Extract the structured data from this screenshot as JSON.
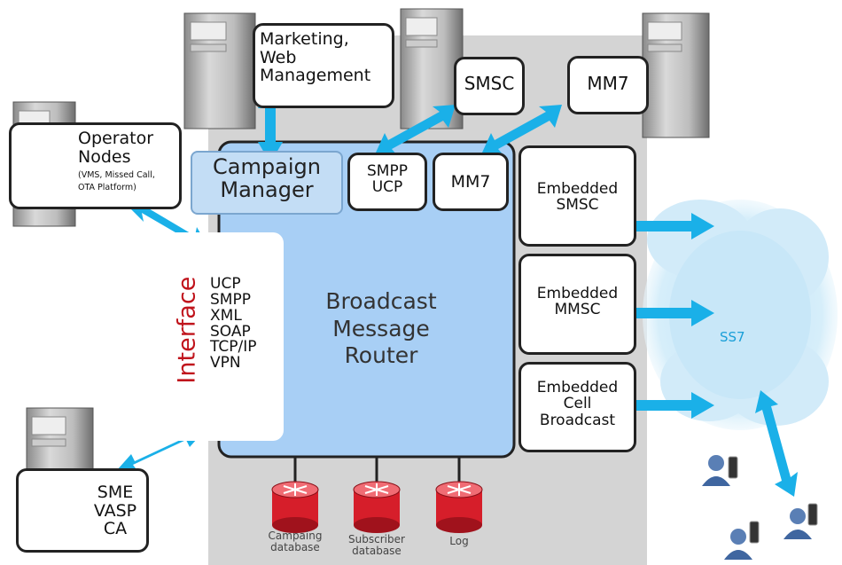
{
  "marketing": {
    "line1": "Marketing,",
    "line2": "Web",
    "line3": "Management"
  },
  "smsc": "SMSC",
  "mm7_top": "MM7",
  "operator": {
    "line1": "Operator",
    "line2": "Nodes",
    "detail1": "(VMS, Missed Call,",
    "detail2": "OTA Platform)"
  },
  "campaign_manager": {
    "line1": "Campaign",
    "line2": "Manager"
  },
  "smpp_ucp": {
    "line1": "SMPP",
    "line2": "UCP"
  },
  "mm7_inner": "MM7",
  "embedded_smsc": {
    "line1": "Embedded",
    "line2": "SMSC"
  },
  "embedded_mmsc": {
    "line1": "Embedded",
    "line2": "MMSC"
  },
  "embedded_cb": {
    "line1": "Embedded",
    "line2": "Cell",
    "line3": "Broadcast"
  },
  "interface": {
    "title": "Interface",
    "protocols": [
      "UCP",
      "SMPP",
      "XML",
      "SOAP",
      "TCP/IP",
      "VPN"
    ]
  },
  "router": {
    "line1": "Broadcast",
    "line2": "Message",
    "line3": "Router"
  },
  "sme": {
    "line1": "SME",
    "line2": "VASP",
    "line3": "CA"
  },
  "ss7": "SS7",
  "databases": {
    "campaign": {
      "line1": "Campaing",
      "line2": "database"
    },
    "subscriber": {
      "line1": "Subscriber",
      "line2": "database"
    },
    "log": "Log"
  },
  "colors": {
    "arrow": "#1ab0e8",
    "router_fill": "#a8cff5",
    "panel": "#d4d4d4",
    "cloud": "#cde9f8",
    "interface_text": "#c0141c",
    "ss7_text": "#1a9fd8"
  }
}
